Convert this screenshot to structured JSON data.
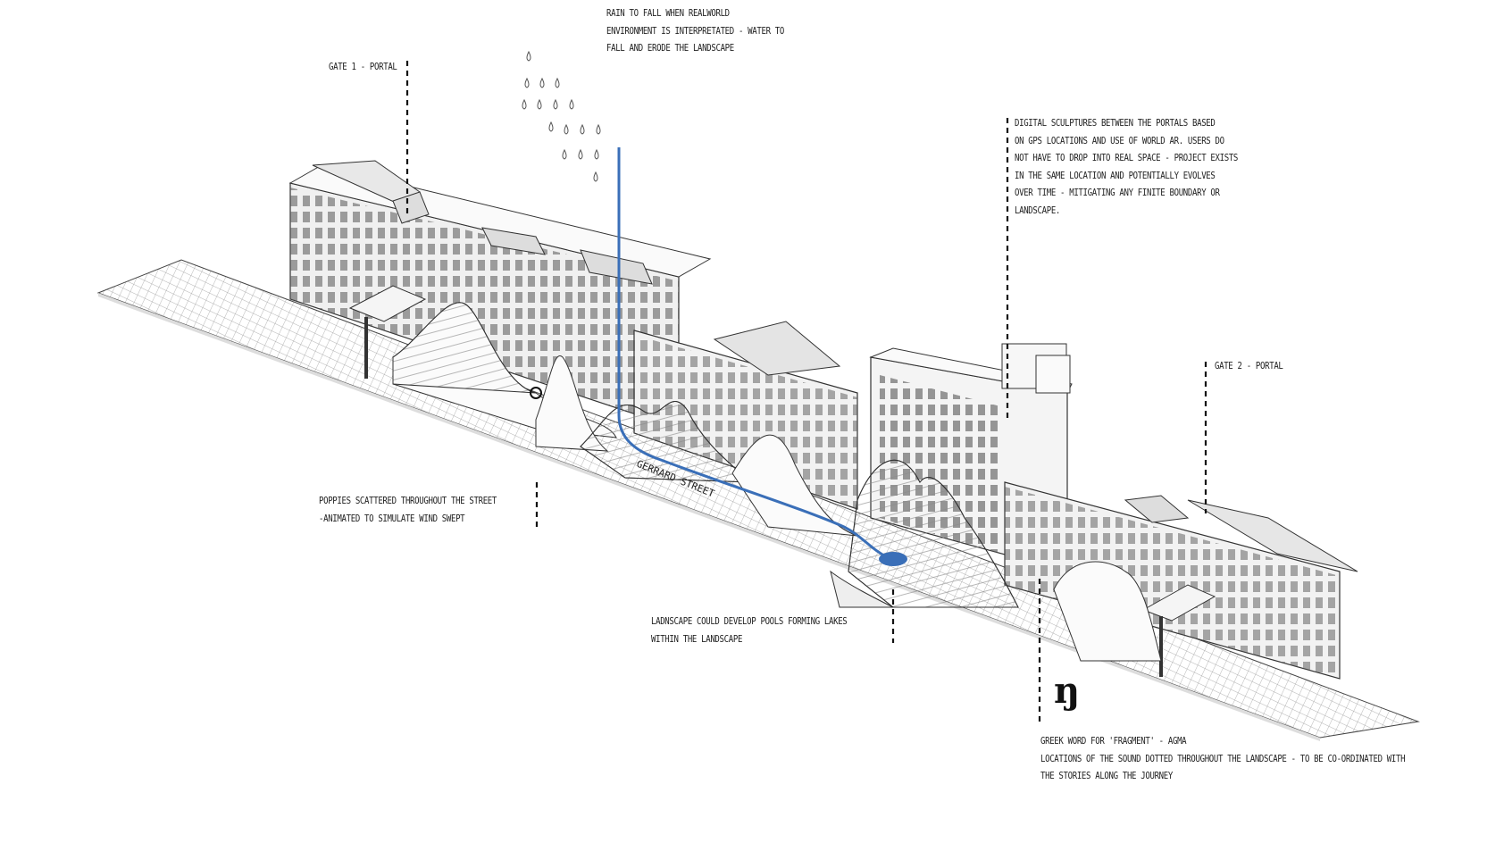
{
  "annotations": {
    "rain": [
      "RAIN TO FALL WHEN REALWORLD",
      "ENVIRONMENT IS INTERPRETATED - WATER TO",
      "FALL AND ERODE THE LANDSCAPE"
    ],
    "gate1": "GATE 1 - PORTAL",
    "digital": [
      "DIGITAL SCULPTURES BETWEEN THE PORTALS BASED",
      "ON GPS LOCATIONS AND USE OF WORLD AR. USERS DO",
      "NOT HAVE TO DROP INTO REAL SPACE - PROJECT EXISTS",
      "IN THE SAME LOCATION AND POTENTIALLY EVOLVES",
      "OVER TIME - MITIGATING ANY FINITE BOUNDARY OR",
      "LANDSCAPE."
    ],
    "gate2": "GATE 2 - PORTAL",
    "poppies": [
      "POPPIES SCATTERED THROUGHOUT THE STREET",
      "-ANIMATED TO SIMULATE WIND SWEPT"
    ],
    "lakes": [
      "LADNSCAPE COULD DEVELOP POOLS FORMING LAKES",
      "WITHIN THE LANDSCAPE"
    ],
    "greek": [
      "GREEK WORD FOR 'FRAGMENT' - AGMA",
      "LOCATIONS OF THE SOUND DOTTED THROUGHOUT THE LANDSCAPE - TO BE CO-ORDINATED WITH",
      "THE STORIES ALONG THE JOURNEY"
    ]
  },
  "street_label": "GERRARD STREET",
  "agma_glyph": "ŋ",
  "colors": {
    "water": "#3a6fb8",
    "ink": "#222222",
    "grid": "#9a9a9a"
  }
}
